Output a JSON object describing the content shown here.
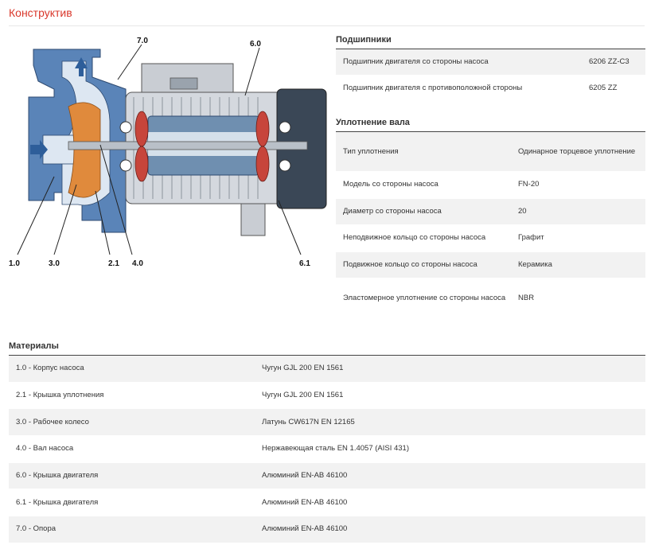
{
  "page": {
    "title": "Конструктив"
  },
  "diagram": {
    "callouts": [
      "7.0",
      "6.0",
      "1.0",
      "3.0",
      "2.1",
      "4.0",
      "6.1"
    ],
    "colors": {
      "casing": "#5a84b8",
      "impeller": "#e08a3c",
      "motor": "#c9cdd3",
      "rotor": "#6f8fb0"
    }
  },
  "bearings": {
    "title": "Подшипники",
    "rows": [
      {
        "label": "Подшипник двигателя со стороны насоса",
        "value": "6206 ZZ-C3"
      },
      {
        "label": "Подшипник двигателя с противоположной стороны",
        "value": "6205 ZZ"
      }
    ]
  },
  "seal": {
    "title": "Уплотнение вала",
    "rows": [
      {
        "label": "Тип уплотнения",
        "value": "Одинарное торцевое уплотнение"
      },
      {
        "label": "Модель со стороны насоса",
        "value": "FN-20"
      },
      {
        "label": "Диаметр со стороны насоса",
        "value": "20"
      },
      {
        "label": "Неподвижное кольцо со стороны насоса",
        "value": "Графит"
      },
      {
        "label": "Подвижное кольцо со стороны насоса",
        "value": "Керамика"
      },
      {
        "label": "Эластомерное уплотнение со стороны насоса",
        "value": "NBR"
      }
    ]
  },
  "materials": {
    "title": "Материалы",
    "rows": [
      {
        "label": "1.0 - Корпус насоса",
        "value": "Чугун GJL 200 EN 1561"
      },
      {
        "label": "2.1 - Крышка уплотнения",
        "value": "Чугун GJL 200 EN 1561"
      },
      {
        "label": "3.0 - Рабочее колесо",
        "value": "Латунь CW617N EN 12165"
      },
      {
        "label": "4.0 - Вал насоса",
        "value": "Нержавеющая сталь EN 1.4057 (AISI 431)"
      },
      {
        "label": "6.0 - Крышка двигателя",
        "value": "Алюминий EN-AB 46100"
      },
      {
        "label": "6.1 - Крышка двигателя",
        "value": "Алюминий EN-AB 46100"
      },
      {
        "label": "7.0 - Опора",
        "value": "Алюминий EN-AB 46100"
      }
    ]
  }
}
